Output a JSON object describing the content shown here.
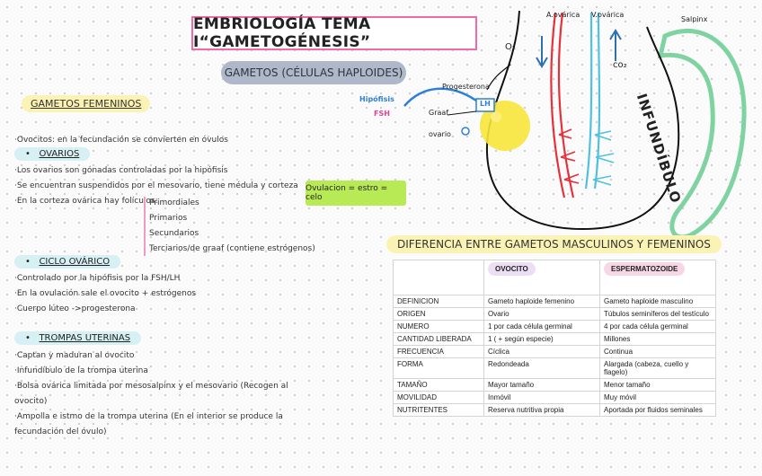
{
  "title": "EMBRIOLOGÍA TEMA I“GAMETOGÉNESIS”",
  "subtitle": "GAMETOS (CÉLULAS HAPLOIDES)",
  "sections": {
    "gametos_femeninos": "GAMETOS FEMENINOS",
    "ovocitos_line": "·Ovocitos: en la fecundación se convierten en óvulos",
    "ovarios_head": "OVARIOS",
    "ovarios_lines": [
      "·Los ovarios son gónadas controladas por la hipófisis",
      "·Se encuentran suspendidos por el mesovario, tiene médula y corteza",
      "·En la corteza ovárica hay folículos:"
    ],
    "foliculos": [
      "Primordiales",
      "Primarios",
      "Secundarios",
      "Terciarios/de graaf (contiene estrógenos)"
    ],
    "ciclo_head": "CICLO OVÁRICO",
    "ciclo_lines": [
      "·Controlado por la hipófisis por la FSH/LH",
      "·En la ovulación sale el ovocito + estrógenos",
      "·Cuerpo lúteo ->progesterona"
    ],
    "trompas_head": "TROMPAS UTERINAS",
    "trompas_lines": [
      "·Captan y maduran al ovocito",
      "·Infundíbulo de la trompa uterina",
      "·Bolsa ovárica limitada por mesosalpinx y el mesovario (Recogen al",
      "ovocito)",
      "·Ampolla e istmo de la trompa uterina (En el interior se produce la",
      "fecundación del óvulo)"
    ]
  },
  "ovulation_note": "Ovulacion = estro = celo",
  "diagram": {
    "labels": {
      "hipofisis": "Hipófisis",
      "fsh": "FSH",
      "lh": "LH",
      "progesterona": "Progesterona",
      "graaf": "Graaf",
      "ovario": "ovario",
      "o2": "O₂",
      "co2": "co₂",
      "a_ovarica": "A.ovárica",
      "v_ovarica": "V.ovárica",
      "salpinx": "Salpinx",
      "infundibulo": "INFUNDÍBULO"
    },
    "colors": {
      "artery": "#e8303a",
      "vein": "#4fc1e0",
      "infundibulum": "#7fd3a0",
      "hormone": "#2d7fd8",
      "fsh": "#e0409a",
      "follicle": "#f7e43a"
    }
  },
  "table": {
    "heading": "DIFERENCIA ENTRE GAMETOS MASCULINOS Y FEMENINOS",
    "columns": [
      "",
      "OVOCITO",
      "ESPERMATOZOIDE"
    ],
    "rows": [
      [
        "DEFINICION",
        "Gameto  haploide femenino",
        "Gameto haploide masculino"
      ],
      [
        "ORIGEN",
        "Ovario",
        "Túbulos seminíferos del testículo"
      ],
      [
        "NUMERO",
        "1 por cada célula germinal",
        "4 por cada célula germinal"
      ],
      [
        "CANTIDAD LIBERADA",
        "1 ( + según especie)",
        "Millones"
      ],
      [
        "FRECUENCIA",
        "Cíclica",
        "Continua"
      ],
      [
        "FORMA",
        "Redondeada",
        "Alargada (cabeza, cuello y flagelo)"
      ],
      [
        "TAMAÑO",
        "Mayor tamaño",
        "Menor tamaño"
      ],
      [
        "MOVILIDAD",
        "Inmóvil",
        "Muy móvil"
      ],
      [
        "NUTRITENTES",
        "Reserva nutritiva propia",
        "Aportada por fluidos seminales"
      ]
    ]
  }
}
